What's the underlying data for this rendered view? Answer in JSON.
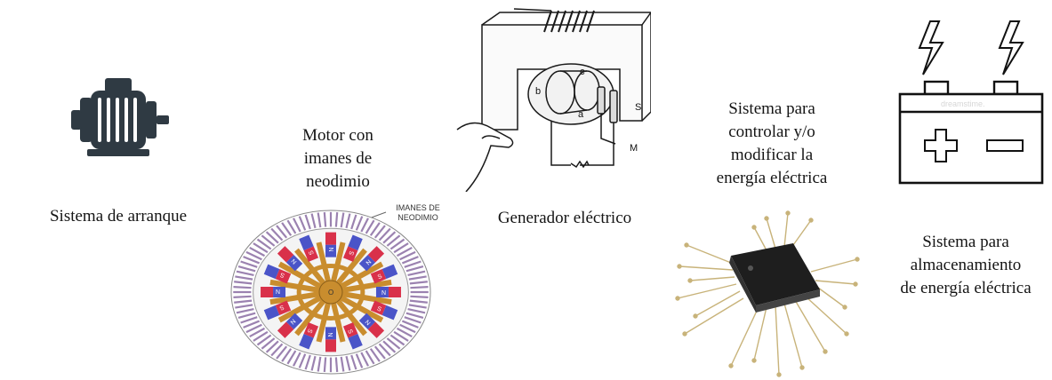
{
  "colors": {
    "background": "#ffffff",
    "icon_dark": "#2f3a43",
    "stator_purple": "#9b82b0",
    "rotor_gold": "#c98d2e",
    "magnet_blue": "#4a54c8",
    "magnet_red": "#d9314a",
    "chip_black": "#1e1e1e",
    "chip_pins": "#c8b37a"
  },
  "panels": {
    "starter": {
      "icon": "electric-motor-icon",
      "label": "Sistema de arranque"
    },
    "magnet_motor": {
      "icon": "neodymium-magnet-rotor-stator",
      "label_lines": [
        "Motor con",
        "imanes de",
        "neodimio"
      ],
      "callout_lines": [
        "IMANES DE",
        "NEODIMIO"
      ],
      "center_mark": "O",
      "magnet_letters": [
        "N",
        "S"
      ]
    },
    "generator": {
      "icon": "electric-generator-diagram",
      "label": "Generador eléctrico",
      "part_labels": {
        "b": "b",
        "a": "a",
        "c": "c",
        "s": "S",
        "m": "M"
      }
    },
    "control": {
      "icon": "microchip-icon",
      "label_lines": [
        "Sistema para",
        "controlar y/o",
        "modificar la",
        "energía eléctrica"
      ]
    },
    "storage": {
      "icon": "battery-icon",
      "watermark": "dreamstime.",
      "label_lines": [
        "Sistema para",
        "almacenamiento",
        "de energía eléctrica"
      ]
    }
  }
}
